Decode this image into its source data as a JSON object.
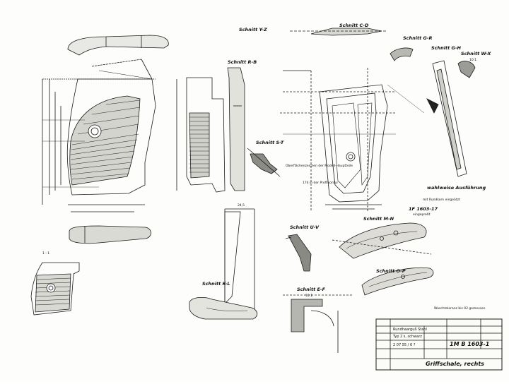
{
  "drawing": {
    "section_labels": {
      "y_z": "Schnitt Y-Z",
      "c_d": "Schnitt C-D",
      "g_r": "Schnitt G-R",
      "g_h": "Schnitt G-H",
      "w_x": "Schnitt W-X",
      "w_x_scale": "10:1",
      "r_b": "Schnitt R-B",
      "s_t": "Schnitt S-T",
      "u_v": "Schnitt U-V",
      "m_n": "Schnitt M-N",
      "o_p": "Schnitt O-P",
      "k_l": "Schnitt K-L",
      "e_f": "Schnitt E-F",
      "e_f_scale": "10:1"
    },
    "notes": {
      "alt_version": "wahlweise Ausführung",
      "part_ref": "1F 1603-17",
      "part_ref_sub": "eingepreßt",
      "with_rounding": "mit Rundkorn eingeätzt",
      "surface_note": "Oberflächenzeichen der Modell-Hauptteile",
      "profile_note": "174 in der Profilkontur",
      "knurl_note": "Waschtoleranz bis 02 gemessen",
      "view_1_1": "1 : 1",
      "dim_24_5": "24,5"
    }
  },
  "title_block": {
    "material_line1": "Rundhaarguß Stahl",
    "material_line2": "Typ 2 s, schwarz",
    "drawing_number": "1M B 1603-1",
    "part_name": "Griffschale, rechts",
    "date_label": "2 07 55 / 6 ?"
  }
}
